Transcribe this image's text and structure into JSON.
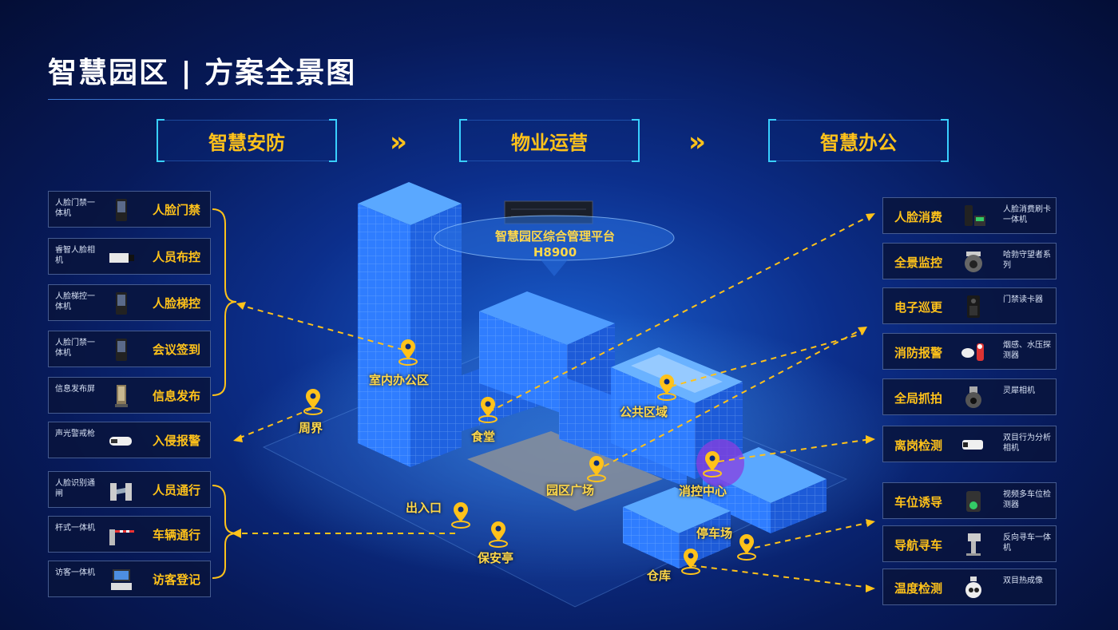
{
  "header": {
    "title": "智慧园区 | 方案全景图"
  },
  "stages": [
    {
      "label": "智慧安防"
    },
    {
      "label": "物业运营"
    },
    {
      "label": "智慧办公"
    }
  ],
  "chevron": "»",
  "platform": {
    "name": "智慧园区综合管理平台",
    "model": "H8900"
  },
  "left_items": [
    {
      "device": "人脸门禁一体机",
      "name": "人脸门禁",
      "icon": "face-terminal-icon"
    },
    {
      "device": "睿智人脸相机",
      "name": "人员布控",
      "icon": "camera-icon"
    },
    {
      "device": "人脸梯控一体机",
      "name": "人脸梯控",
      "icon": "face-terminal-icon"
    },
    {
      "device": "人脸门禁一体机",
      "name": "会议签到",
      "icon": "face-terminal-icon"
    },
    {
      "device": "信息发布屏",
      "name": "信息发布",
      "icon": "display-kiosk-icon"
    },
    {
      "device": "声光警戒枪",
      "name": "入侵报警",
      "icon": "alarm-camera-icon"
    },
    {
      "device": "人脸识别通闸",
      "name": "人员通行",
      "icon": "turnstile-icon"
    },
    {
      "device": "杆式一体机",
      "name": "车辆通行",
      "icon": "barrier-gate-icon"
    },
    {
      "device": "访客一体机",
      "name": "访客登记",
      "icon": "visitor-terminal-icon"
    }
  ],
  "right_items": [
    {
      "name": "人脸消费",
      "device": "人脸消费刷卡一体机",
      "icon": "payment-terminal-icon"
    },
    {
      "name": "全景监控",
      "device": "哈勃守望者系列",
      "icon": "dome-camera-icon"
    },
    {
      "name": "电子巡更",
      "device": "门禁读卡器",
      "icon": "card-reader-icon"
    },
    {
      "name": "消防报警",
      "device": "烟感、水压探测器",
      "icon": "smoke-detector-icon"
    },
    {
      "name": "全局抓拍",
      "device": "灵犀相机",
      "icon": "ptz-camera-icon"
    },
    {
      "name": "离岗检测",
      "device": "双目行为分析相机",
      "icon": "bullet-camera-icon"
    },
    {
      "name": "车位诱导",
      "device": "视频多车位检测器",
      "icon": "parking-detector-icon"
    },
    {
      "name": "导航寻车",
      "device": "反向寻车一体机",
      "icon": "kiosk-icon"
    },
    {
      "name": "温度检测",
      "device": "双目热成像",
      "icon": "thermal-camera-icon"
    }
  ],
  "places": {
    "office": "室内办公区",
    "perimeter": "周界",
    "canteen": "食堂",
    "public": "公共区域",
    "plaza": "园区广场",
    "fire_center": "消控中心",
    "entrance": "出入口",
    "guard": "保安亭",
    "parking": "停车场",
    "warehouse": "仓库"
  },
  "colors": {
    "accent": "#ffc21a",
    "frame": "#39d0ff",
    "building": "#2f7dff"
  }
}
